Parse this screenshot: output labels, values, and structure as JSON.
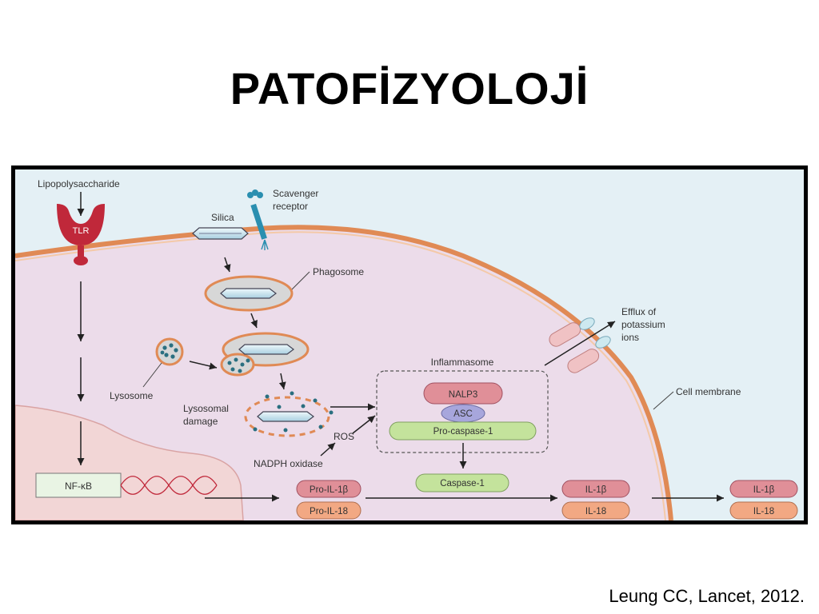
{
  "slide": {
    "title": "PATOFİZYOLOJİ",
    "citation": "Leung CC, Lancet, 2012."
  },
  "diagram": {
    "labels": {
      "lps": "Lipopolysaccharide",
      "tlr": "TLR",
      "silica": "Silica",
      "scavenger_line1": "Scavenger",
      "scavenger_line2": "receptor",
      "phagosome": "Phagosome",
      "lysosome": "Lysosome",
      "lysosomal_line1": "Lysosomal",
      "lysosomal_line2": "damage",
      "ros": "ROS",
      "nadph": "NADPH oxidase",
      "inflammasome": "Inflammasome",
      "efflux_line1": "Efflux of",
      "efflux_line2": "potassium",
      "efflux_line3": "ions",
      "cell_membrane": "Cell membrane",
      "nfkb": "NF-κB"
    },
    "proteins": {
      "nalp3": "NALP3",
      "asc": "ASC",
      "pro_caspase": "Pro-caspase-1",
      "caspase": "Caspase-1",
      "pro_il1b": "Pro-IL-1β",
      "pro_il18": "Pro-IL-18",
      "il1b": "IL-1β",
      "il18": "IL-18"
    },
    "colors": {
      "cytoplasm": "#ecdcea",
      "extracellular": "#e4f0f5",
      "membrane": "#e08a55",
      "nucleus": "#f2d6d6",
      "tlr": "#c0283a",
      "nalp3": "#e08f98",
      "asc": "#a7a6dc",
      "caspase": "#c4e39c",
      "il1b": "#e08f98",
      "il18": "#f2a883"
    }
  }
}
